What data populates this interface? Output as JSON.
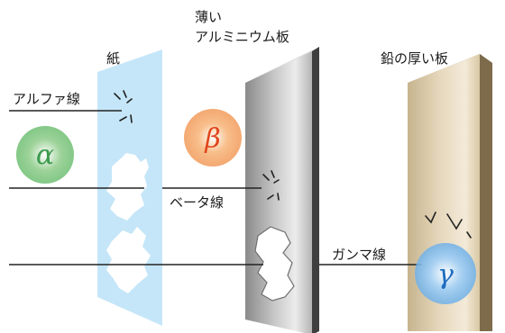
{
  "labels": {
    "paper": "紙",
    "aluminum_line1": "薄い",
    "aluminum_line2": "アルミニウム板",
    "lead": "鉛の厚い板",
    "alpha_ray": "アルファ線",
    "beta_ray": "ベータ線",
    "gamma_ray": "ガンマ線"
  },
  "particles": {
    "alpha": "α",
    "beta": "β",
    "gamma": "γ"
  },
  "colors": {
    "alpha": "#3c9a4e",
    "beta": "#e0461c",
    "gamma": "#1f6dbf",
    "paper": "#bfe3f7",
    "aluminum": "#a6a6a6",
    "lead": "#cdb996"
  }
}
